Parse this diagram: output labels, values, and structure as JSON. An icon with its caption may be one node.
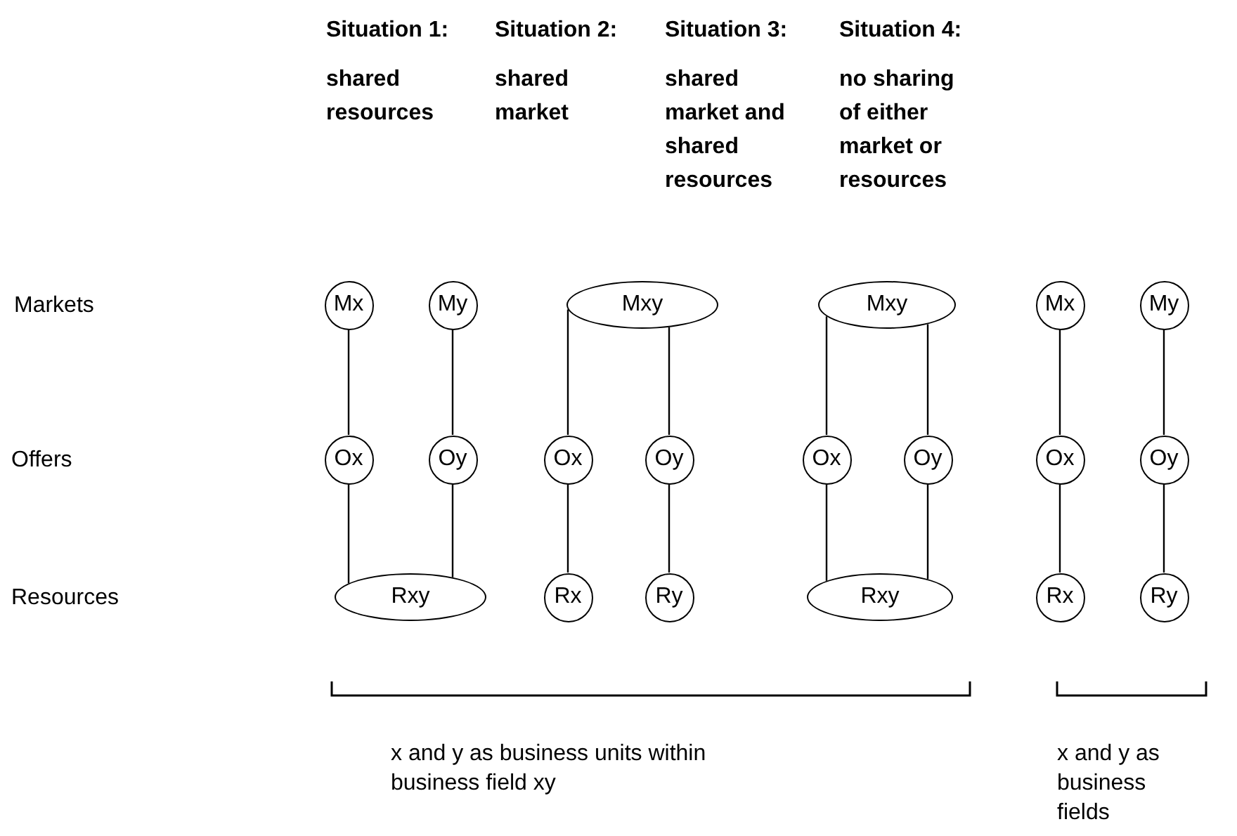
{
  "diagram": {
    "nodes": [
      {
        "text": [
          "Mx"
        ]
      },
      {
        "text": [
          "My"
        ]
      },
      {
        "text": [
          "Ox"
        ]
      },
      {
        "text": [
          "Oy"
        ]
      },
      {
        "text": [
          "Rxy"
        ]
      },
      {
        "text": [
          "Mxy"
        ]
      },
      {
        "text": [
          "Ox"
        ]
      },
      {
        "text": [
          "Oy"
        ]
      },
      {
        "text": [
          "Rx"
        ]
      },
      {
        "text": [
          "Ry"
        ]
      },
      {
        "text": [
          "Mxy"
        ]
      },
      {
        "text": [
          "Ox"
        ]
      },
      {
        "text": [
          "Oy"
        ]
      },
      {
        "text": [
          "Rxy"
        ]
      },
      {
        "text": [
          "Mx"
        ]
      },
      {
        "text": [
          "My"
        ]
      },
      {
        "text": [
          "Ox"
        ]
      },
      {
        "text": [
          "Oy"
        ]
      },
      {
        "text": [
          "Rx"
        ]
      },
      {
        "text": [
          "Ry"
        ]
      }
    ],
    "edges": [
      {
        "from": 0,
        "to": 2,
        "arrow": "none"
      },
      {
        "from": 1,
        "to": 3,
        "arrow": "none"
      },
      {
        "from": 2,
        "to": 4,
        "arrow": "none"
      },
      {
        "from": 3,
        "to": 4,
        "arrow": "none"
      },
      {
        "from": 5,
        "to": 6,
        "arrow": "none"
      },
      {
        "from": 5,
        "to": 7,
        "arrow": "none"
      },
      {
        "from": 6,
        "to": 8,
        "arrow": "none"
      },
      {
        "from": 7,
        "to": 9,
        "arrow": "none"
      },
      {
        "from": 10,
        "to": 11,
        "arrow": "none"
      },
      {
        "from": 10,
        "to": 12,
        "arrow": "none"
      },
      {
        "from": 11,
        "to": 13,
        "arrow": "none"
      },
      {
        "from": 12,
        "to": 13,
        "arrow": "none"
      },
      {
        "from": 14,
        "to": 16,
        "arrow": "none"
      },
      {
        "from": 15,
        "to": 17,
        "arrow": "none"
      },
      {
        "from": 16,
        "to": 18,
        "arrow": "none"
      },
      {
        "from": 17,
        "to": 19,
        "arrow": "none"
      }
    ],
    "labels": [
      "Situation 1:",
      "Situation 2:",
      "Situation 3:",
      "Situation 4:",
      "shared resources",
      "shared market",
      "shared market and shared resources",
      "no sharing of either market or resources",
      "Markets",
      "Offers",
      "Resources",
      "x and y as business units within business field xy",
      "x and y as business fields"
    ]
  }
}
